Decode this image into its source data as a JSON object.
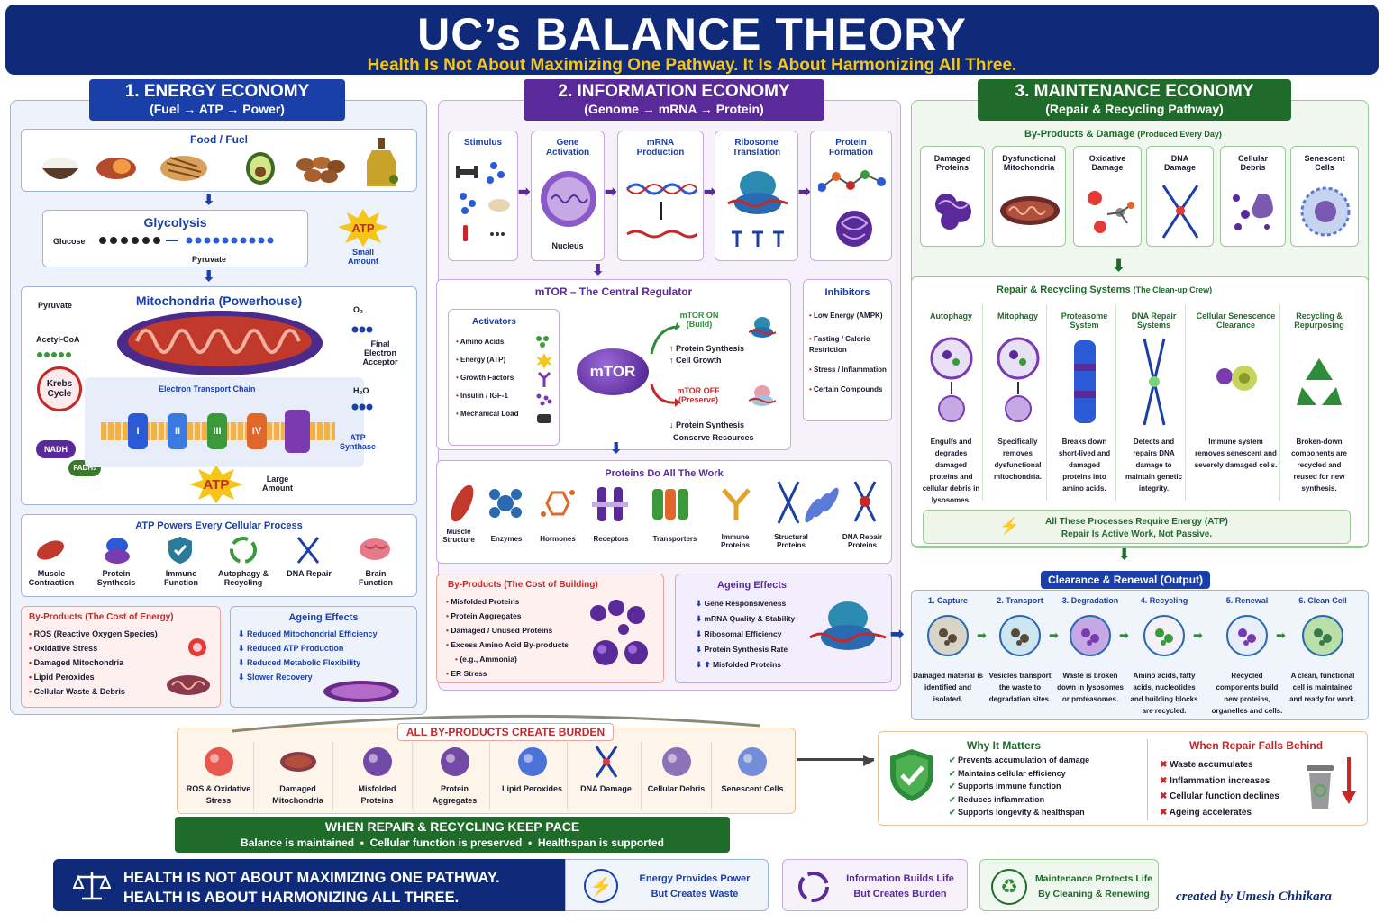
{
  "header": {
    "title": "UC’s BALANCE THEORY",
    "subtitle": "Health Is Not About Maximizing One Pathway. It Is About Harmonizing All Three."
  },
  "energy": {
    "tab_title": "1. ENERGY ECONOMY",
    "tab_sub": "(Fuel → ATP → Power)",
    "food_title": "Food / Fuel",
    "glycolysis": {
      "title": "Glycolysis",
      "glucose": "Glucose",
      "pyruvate": "Pyruvate",
      "atp": "ATP",
      "small": "Small Amount"
    },
    "mito": {
      "title": "Mitochondria (Powerhouse)",
      "pyruvate": "Pyruvate",
      "acetyl": "Acetyl-CoA",
      "krebs": "Krebs Cycle",
      "nadh": "NADH",
      "fadh": "FADH₂",
      "etc": "Electron Transport Chain",
      "o2": "O₂",
      "final": "Final Electron Acceptor",
      "h2o": "H₂O",
      "atp_synthase": "ATP Synthase",
      "atp": "ATP",
      "large": "Large Amount",
      "complexes": [
        "I",
        "II",
        "III",
        "IV"
      ]
    },
    "powers": {
      "title": "ATP Powers Every Cellular Process",
      "items": [
        "Muscle Contraction",
        "Protein Synthesis",
        "Immune Function",
        "Autophagy & Recycling",
        "DNA Repair",
        "Brain Function"
      ]
    },
    "byproducts": {
      "title": "By-Products (The Cost of Energy)",
      "items": [
        "ROS (Reactive Oxygen Species)",
        "Oxidative Stress",
        "Damaged Mitochondria",
        "Lipid Peroxides",
        "Cellular Waste & Debris"
      ]
    },
    "ageing": {
      "title": "Ageing Effects",
      "items": [
        "Reduced Mitochondrial Efficiency",
        "Reduced ATP Production",
        "Reduced Metabolic Flexibility",
        "Slower Recovery"
      ]
    }
  },
  "info": {
    "tab_title": "2. INFORMATION ECONOMY",
    "tab_sub": "(Genome → mRNA → Protein)",
    "flow": [
      "Stimulus",
      "Gene Activation",
      "mRNA Production",
      "Ribosome Translation",
      "Protein Formation"
    ],
    "nucleus": "Nucleus",
    "mtor": {
      "title": "mTOR – The Central Regulator",
      "activators_title": "Activators",
      "activators": [
        "Amino Acids",
        "Energy (ATP)",
        "Growth Factors",
        "Insulin / IGF-1",
        "Mechanical Load"
      ],
      "center": "mTOR",
      "on": "mTOR ON",
      "on_sub": "(Build)",
      "on_items": [
        "↑ Protein Synthesis",
        "↑ Cell Growth"
      ],
      "off": "mTOR OFF",
      "off_sub": "(Preserve)",
      "off_items": [
        "↓ Protein Synthesis",
        "Conserve Resources"
      ]
    },
    "inhibitors": {
      "title": "Inhibitors",
      "items": [
        "Low Energy (AMPK)",
        "Fasting / Caloric Restriction",
        "Stress / Inflammation",
        "Certain Compounds"
      ]
    },
    "proteins": {
      "title": "Proteins Do All The Work",
      "items": [
        "Muscle Structure",
        "Enzymes",
        "Hormones",
        "Receptors",
        "Transporters",
        "Immune Proteins",
        "Structural Proteins",
        "DNA Repair Proteins"
      ]
    },
    "byproducts": {
      "title": "By-Products (The Cost of Building)",
      "items": [
        "Misfolded Proteins",
        "Protein Aggregates",
        "Damaged / Unused Proteins",
        "Excess Amino Acid By-products",
        "(e.g., Ammonia)",
        "ER Stress"
      ]
    },
    "ageing": {
      "title": "Ageing Effects",
      "items": [
        "Gene Responsiveness",
        "mRNA Quality & Stability",
        "Ribosomal Efficiency",
        "Protein Synthesis Rate",
        "Misfolded Proteins"
      ]
    }
  },
  "maint": {
    "tab_title": "3. MAINTENANCE ECONOMY",
    "tab_sub": "(Repair & Recycling Pathway)",
    "damage_title": "By-Products & Damage",
    "damage_sub": "(Produced Every Day)",
    "damage": [
      "Damaged Proteins",
      "Dysfunctional Mitochondria",
      "Oxidative Damage",
      "DNA Damage",
      "Cellular Debris",
      "Senescent Cells"
    ],
    "repair_title": "Repair & Recycling Systems",
    "repair_sub": "(The Clean-up Crew)",
    "systems": [
      {
        "name": "Autophagy",
        "desc": "Engulfs and degrades damaged proteins and cellular debris in lysosomes."
      },
      {
        "name": "Mitophagy",
        "desc": "Specifically removes dysfunctional mitochondria."
      },
      {
        "name": "Proteasome System",
        "desc": "Breaks down short-lived and damaged proteins into amino acids."
      },
      {
        "name": "DNA Repair Systems",
        "desc": "Detects and repairs DNA damage to maintain genetic integrity."
      },
      {
        "name": "Cellular Senescence Clearance",
        "desc": "Immune system removes senescent and severely damaged cells."
      },
      {
        "name": "Recycling & Repurposing",
        "desc": "Broken-down components are recycled and reused for new synthesis."
      }
    ],
    "energy_note1": "All These Processes Require Energy (ATP)",
    "energy_note2": "Repair Is Active Work, Not Passive.",
    "clearance_title": "Clearance & Renewal (Output)",
    "steps": [
      {
        "name": "1. Capture",
        "desc": "Damaged material is identified and isolated."
      },
      {
        "name": "2. Transport",
        "desc": "Vesicles transport the waste to degradation sites."
      },
      {
        "name": "3. Degradation",
        "desc": "Waste is broken down in lysosomes or proteasomes."
      },
      {
        "name": "4. Recycling",
        "desc": "Amino acids, fatty acids, nucleotides and building blocks are recycled."
      },
      {
        "name": "5. Renewal",
        "desc": "Recycled components build new proteins, organelles and cells."
      },
      {
        "name": "6. Clean Cell",
        "desc": "A clean, functional cell is maintained and ready for work."
      }
    ]
  },
  "burden": {
    "title": "ALL BY-PRODUCTS CREATE BURDEN",
    "items": [
      "ROS & Oxidative Stress",
      "Damaged Mitochondria",
      "Misfolded Proteins",
      "Protein Aggregates",
      "Lipid Peroxides",
      "DNA Damage",
      "Cellular Debris",
      "Senescent Cells"
    ]
  },
  "keep_pace": {
    "title": "WHEN REPAIR & RECYCLING KEEP PACE",
    "items": [
      "Balance is maintained",
      "Cellular function is preserved",
      "Healthspan is supported"
    ]
  },
  "why": {
    "title": "Why It Matters",
    "items": [
      "Prevents accumulation of damage",
      "Maintains cellular efficiency",
      "Supports immune function",
      "Reduces inflammation",
      "Supports longevity & healthspan"
    ],
    "behind_title": "When Repair Falls Behind",
    "behind": [
      "Waste accumulates",
      "Inflammation increases",
      "Cellular function declines",
      "Ageing accelerates"
    ]
  },
  "footer": {
    "line1": "HEALTH IS NOT ABOUT MAXIMIZING ONE PATHWAY.",
    "line2": "HEALTH IS ABOUT HARMONIZING ALL THREE.",
    "c1a": "Energy Provides Power",
    "c1b": "But Creates Waste",
    "c2a": "Information Builds Life",
    "c2b": "But Creates Burden",
    "c3a": "Maintenance Protects Life",
    "c3b": "By Cleaning & Renewing",
    "credit": "created by Umesh Chhikara"
  },
  "colors": {
    "navy": "#0f2a78",
    "purple": "#5a2a9a",
    "green": "#1e6b2a",
    "red": "#c62828",
    "gold": "#f5c518"
  }
}
